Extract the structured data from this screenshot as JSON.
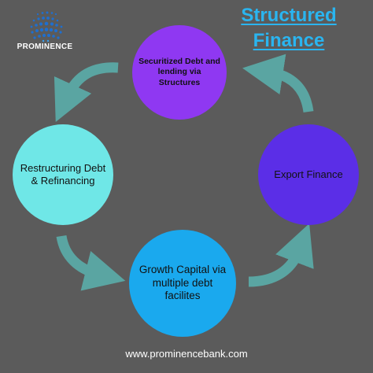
{
  "logo": {
    "text": "PROMINENCE",
    "icon": "dotted-globe-icon"
  },
  "title": {
    "line1": "Structured",
    "line2": "Finance"
  },
  "nodes": {
    "top": "Securitized Debt and lending via Structures",
    "left": "Restructuring Debt & Refinancing",
    "right": "Export Finance",
    "bottom": "Growth Capital via multiple debt facilites"
  },
  "footer": {
    "url": "www.prominencebank.com"
  },
  "colors": {
    "background": "#5b5b5b",
    "title": "#2ab5f0",
    "arrow": "#5aa5a2",
    "node_top": "#8f38f2",
    "node_left": "#6fe7e7",
    "node_right": "#5b2ee7",
    "node_bottom": "#1aa9ee"
  }
}
